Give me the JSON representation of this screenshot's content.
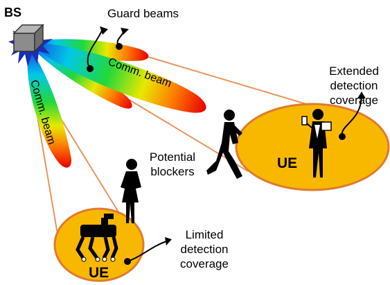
{
  "labels": {
    "bs": "BS",
    "guard_beams": "Guard beams",
    "comm_beam_diagonal": "Comm. beam",
    "comm_beam_vertical": "Comm. beam",
    "extended_coverage": [
      "Extended",
      "detection",
      "coverage"
    ],
    "limited_coverage": [
      "Limited",
      "detection",
      "coverage"
    ],
    "potential_blockers": [
      "Potential",
      "blockers"
    ],
    "ue_right": "UE",
    "ue_left": "UE"
  },
  "colors": {
    "coverage_fill": "#F9B800",
    "coverage_edge": "#E07A2E",
    "beam_edge_lines": "#E8955A",
    "bs_antenna": "#1A2FB0",
    "bs_box": "#8C8C8C",
    "beam_gradient": [
      "#1B3DE0",
      "#00C8E8",
      "#22D83A",
      "#E8E800",
      "#FF7A00",
      "#E80000"
    ]
  },
  "icons": [
    "base-station-box-icon",
    "antenna-pattern-icon",
    "walking-person-icon",
    "standing-woman-icon",
    "businesswoman-icon",
    "quadruped-robot-icon",
    "arrow-icon"
  ]
}
